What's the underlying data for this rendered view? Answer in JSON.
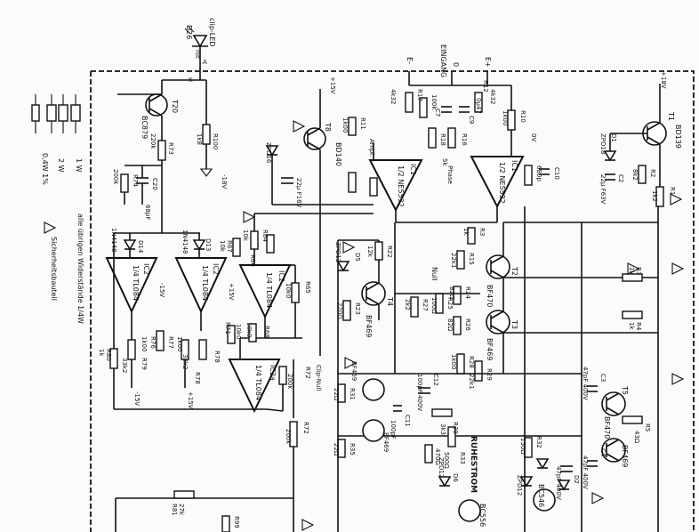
{
  "title": "",
  "header": {
    "clip_led": "clip-LED",
    "d26": "D26",
    "rot": "rot",
    "eingang": "EINGANG",
    "k": "K",
    "a": "A"
  },
  "rails": {
    "plus15v": "+15V",
    "minus15v": "-15V",
    "plus18v": "+18V",
    "minus18v": "-18V",
    "zero": "0",
    "e_minus": "E-",
    "e_plus": "E+",
    "zero_v": "0V"
  },
  "legend": {
    "resistor_note": "alle übrigen Widerstände 1/4W",
    "safety_note": "Sicherheitsbauteil",
    "watts": [
      "1 W",
      "2 W",
      "0,4W 1%"
    ]
  },
  "ic_labels": [
    "IC2",
    "IC2",
    "IC1",
    "IC1",
    "IC2",
    "IC2a"
  ],
  "ic_types": [
    "1/4 TL084",
    "1/4 TL084",
    "1/2 NE5532",
    "1/2 NE5532",
    "1/4 TL084",
    "1/4 TL084"
  ],
  "transistors": [
    "T20",
    "BC879",
    "T8",
    "BD140",
    "T1",
    "BD139",
    "T4",
    "BF469",
    "T2",
    "BF470",
    "T3",
    "BF469",
    "T5",
    "BF470",
    "T6",
    "BF469",
    "BC556",
    "BC546"
  ],
  "resistors": [
    {
      "ref": "R73",
      "val": "220k"
    },
    {
      "ref": "R100",
      "val": "1k8"
    },
    {
      "ref": "R74",
      "val": "200k"
    },
    {
      "ref": "R11",
      "val": "1k00"
    },
    {
      "ref": "R12",
      "val": "4k32"
    },
    {
      "ref": "R13",
      "val": "100k"
    },
    {
      "ref": "R17",
      "val": "4k32"
    },
    {
      "ref": "R18",
      "val": "5k"
    },
    {
      "ref": "R16",
      "val": "Phase"
    },
    {
      "ref": "R10",
      "val": "1k00"
    },
    {
      "ref": "R64",
      "val": "10k"
    },
    {
      "ref": "R65",
      "val": "10k0"
    },
    {
      "ref": "R66",
      "val": "10k0"
    },
    {
      "ref": "R67",
      "val": "10k"
    },
    {
      "ref": "R68",
      "val": "10k0"
    },
    {
      "ref": "R69",
      "val": "8k06"
    },
    {
      "ref": "R70",
      "val": "50k"
    },
    {
      "ref": "R71",
      "val": "10k0"
    },
    {
      "ref": "R72",
      "val": "200k"
    },
    {
      "ref": "R76",
      "val": "1k00"
    },
    {
      "ref": "R77",
      "val": "1k00"
    },
    {
      "ref": "R78",
      "val": "33k2"
    },
    {
      "ref": "R79",
      "val": "33k2"
    },
    {
      "ref": "R80",
      "val": "1k"
    },
    {
      "ref": "R22",
      "val": "12k"
    },
    {
      "ref": "R23",
      "val": "220Ω"
    },
    {
      "ref": "R24",
      "val": "82Ω"
    },
    {
      "ref": "R25",
      "val": "100Ω"
    },
    {
      "ref": "R26",
      "val": "82Ω"
    },
    {
      "ref": "R27",
      "val": "2k2"
    },
    {
      "ref": "R28",
      "val": "1k00"
    },
    {
      "ref": "R29",
      "val": "22k1"
    },
    {
      "ref": "R15",
      "val": "22k1"
    },
    {
      "ref": "R3",
      "val": "1k"
    },
    {
      "ref": "R4",
      "val": "1k"
    },
    {
      "ref": "R5",
      "val": "43Ω"
    },
    {
      "ref": "R30",
      "val": "3k3"
    },
    {
      "ref": "R31",
      "val": "22Ω"
    },
    {
      "ref": "R32",
      "val": "150Ω"
    },
    {
      "ref": "R33",
      "val": "500Ω"
    },
    {
      "ref": "R34",
      "val": "470Ω"
    },
    {
      "ref": "R35",
      "val": "22Ω"
    },
    {
      "ref": "R36",
      "val": "100Ω"
    },
    {
      "ref": "R1",
      "val": "1k2"
    },
    {
      "ref": "R2",
      "val": "8k2"
    },
    {
      "ref": "R99",
      "val": ""
    },
    {
      "ref": "R81",
      "val": "27k"
    }
  ],
  "capacitors": [
    {
      "ref": "C20",
      "val": "68pF"
    },
    {
      "ref": "C7",
      "val": "1μ"
    },
    {
      "ref": "C8",
      "val": "220p"
    },
    {
      "ref": "C9",
      "val": "0μ47"
    },
    {
      "ref": "C6",
      "val": "0μ47"
    },
    {
      "ref": "C10",
      "val": "680p"
    },
    {
      "ref": "C11",
      "val": "100pF"
    },
    {
      "ref": "C12",
      "val": "100pF 400V"
    },
    {
      "ref": "C3",
      "val": "47pF 400V"
    },
    {
      "ref": "C4",
      "val": "47pF 400V"
    },
    {
      "ref": "C2",
      "val": "22μ F63V"
    },
    {
      "ref": "C18",
      "val": "22μ F16V"
    }
  ],
  "diodes": [
    "D14",
    "1N4148",
    "D13",
    "1N4148",
    "D12",
    "ZPD16",
    "D15",
    "ZTE1,5",
    "D1",
    "ZPD18",
    "D5",
    "ZPD12",
    "D6",
    "D2",
    "D3",
    "ZPD12"
  ],
  "annotations": {
    "null": "Null",
    "ruhestrom": "RUHESTROM",
    "clip_null": "Clip-Null",
    "ampl": "Ampl."
  },
  "colors": {
    "ink": "#111111",
    "paper": "#fbfbfa"
  }
}
